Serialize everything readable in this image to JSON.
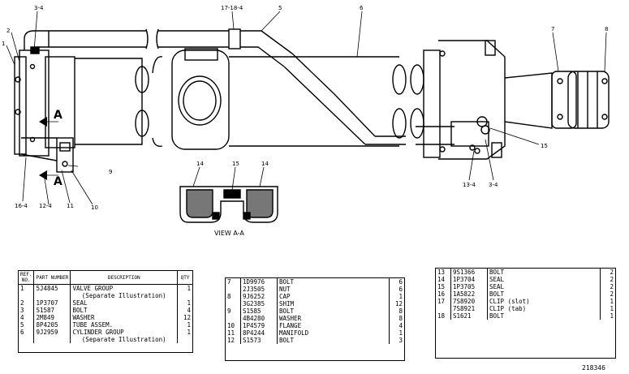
{
  "callouts": {
    "c1": "1",
    "c2": "2",
    "c3_4_top": "3-4",
    "c5": "5",
    "c6": "6",
    "c7": "7",
    "c8": "8",
    "c9": "9",
    "c10": "10",
    "c11": "11",
    "c12_4": "12-4",
    "c16_4": "16-4",
    "c13_4": "13-4",
    "c3_4_right": "3-4",
    "c15_right": "15",
    "c17_18_4": "17-18-4",
    "c14_left": "14",
    "c15_view": "15",
    "c14_right": "14",
    "section_mark": "A"
  },
  "view_label": "VIEW A-A",
  "identifier": "218346",
  "table1": {
    "headers": {
      "ref": "REF. NO.",
      "part": "PART NUMBER",
      "desc": "DESCRIPTION",
      "qty": "QTY"
    },
    "rows": [
      {
        "ref": "1",
        "part": "5J4845",
        "desc": "VALVE GROUP",
        "qty": "1"
      },
      {
        "ref": "",
        "part": "",
        "desc": "(Separate Illustration)",
        "qty": ""
      },
      {
        "ref": "2",
        "part": "1P3707",
        "desc": "SEAL",
        "qty": "1"
      },
      {
        "ref": "3",
        "part": "S1587",
        "desc": "BOLT",
        "qty": "4"
      },
      {
        "ref": "4",
        "part": "2M849",
        "desc": "WASHER",
        "qty": "12"
      },
      {
        "ref": "5",
        "part": "8P4205",
        "desc": "TUBE ASSEM.",
        "qty": "1"
      },
      {
        "ref": "6",
        "part": "9J2959",
        "desc": "CYLINDER GROUP",
        "qty": "1"
      },
      {
        "ref": "",
        "part": "",
        "desc": "(Separate Illustration)",
        "qty": ""
      }
    ]
  },
  "table2": {
    "rows": [
      {
        "ref": "7",
        "part": "1D9976",
        "desc": "BOLT",
        "qty": "6"
      },
      {
        "ref": "",
        "part": "2J3505",
        "desc": "NUT",
        "qty": "6"
      },
      {
        "ref": "8",
        "part": "9J6252",
        "desc": "CAP",
        "qty": "1"
      },
      {
        "ref": "",
        "part": "3G2385",
        "desc": "SHIM",
        "qty": "12"
      },
      {
        "ref": "9",
        "part": "S1585",
        "desc": "BOLT",
        "qty": "8"
      },
      {
        "ref": "",
        "part": "4B4280",
        "desc": "WASHER",
        "qty": "8"
      },
      {
        "ref": "10",
        "part": "1P4579",
        "desc": "FLANGE",
        "qty": "4"
      },
      {
        "ref": "11",
        "part": "8P4244",
        "desc": "MANIFOLD",
        "qty": "1"
      },
      {
        "ref": "12",
        "part": "S1573",
        "desc": "BOLT",
        "qty": "3"
      }
    ]
  },
  "table3": {
    "rows": [
      {
        "ref": "13",
        "part": "9S1366",
        "desc": "BOLT",
        "note": "",
        "qty": "2"
      },
      {
        "ref": "14",
        "part": "1P3704",
        "desc": "SEAL",
        "note": "",
        "qty": "2"
      },
      {
        "ref": "15",
        "part": "1P3705",
        "desc": "SEAL",
        "note": "",
        "qty": "2"
      },
      {
        "ref": "16",
        "part": "1A5822",
        "desc": "BOLT",
        "note": "",
        "qty": "2"
      },
      {
        "ref": "17",
        "part": "7S8920",
        "desc": "CLIP",
        "note": "(slot)",
        "qty": "1"
      },
      {
        "ref": "",
        "part": "7S8921",
        "desc": "CLIP",
        "note": "(tab)",
        "qty": "1"
      },
      {
        "ref": "18",
        "part": "S1621",
        "desc": "BOLT",
        "note": "",
        "qty": "1"
      }
    ]
  }
}
